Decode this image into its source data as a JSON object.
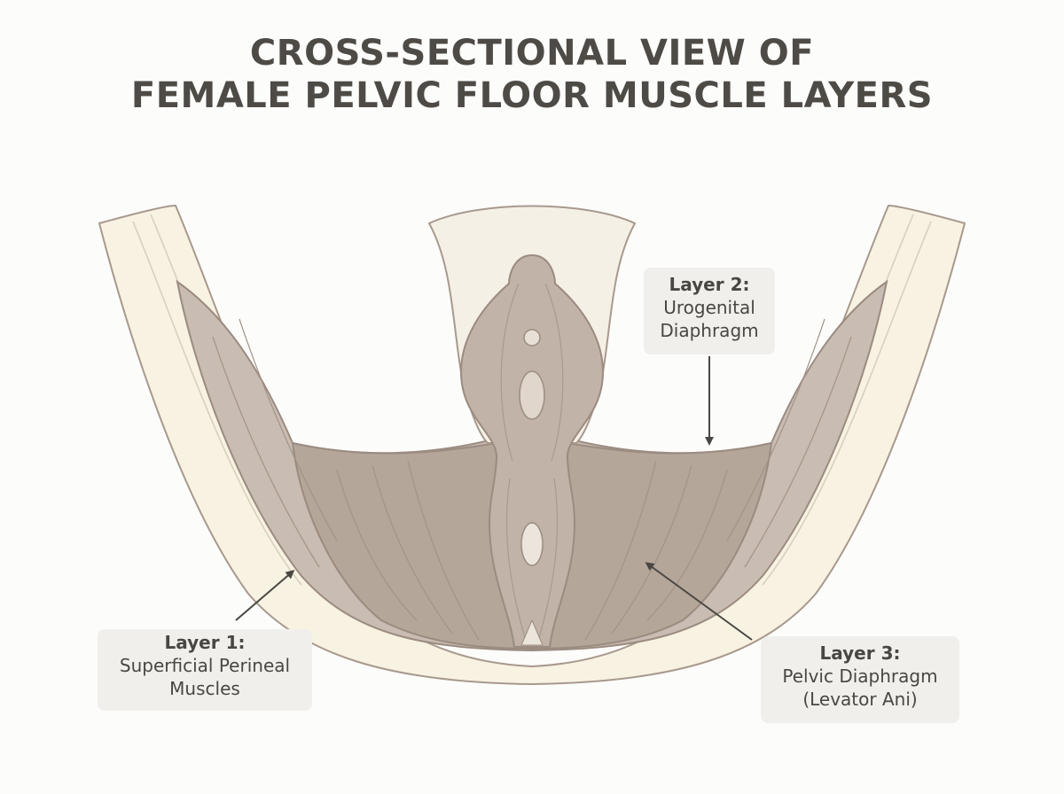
{
  "title": {
    "line1": "CROSS-SECTIONAL VIEW OF",
    "line2": "FEMALE PELVIC FLOOR MUSCLE LAYERS"
  },
  "labels": {
    "layer1": {
      "heading": "Layer 1:",
      "line1": "Superficial Perineal",
      "line2": "Muscles"
    },
    "layer2": {
      "heading": "Layer 2:",
      "line1": "Urogenital",
      "line2": "Diaphragm"
    },
    "layer3": {
      "heading": "Layer 3:",
      "line1": "Pelvic Diaphragm",
      "line2": "(Levator Ani)"
    }
  },
  "colors": {
    "background": "#fcfcfb",
    "skin_layer": "#f7f2e2",
    "muscle_layer_2": "#c9bcb2",
    "muscle_layer_3": "#b5a69a",
    "outline": "#9b8b80",
    "label_box": "#f1efeb",
    "text": "#4a4743"
  }
}
